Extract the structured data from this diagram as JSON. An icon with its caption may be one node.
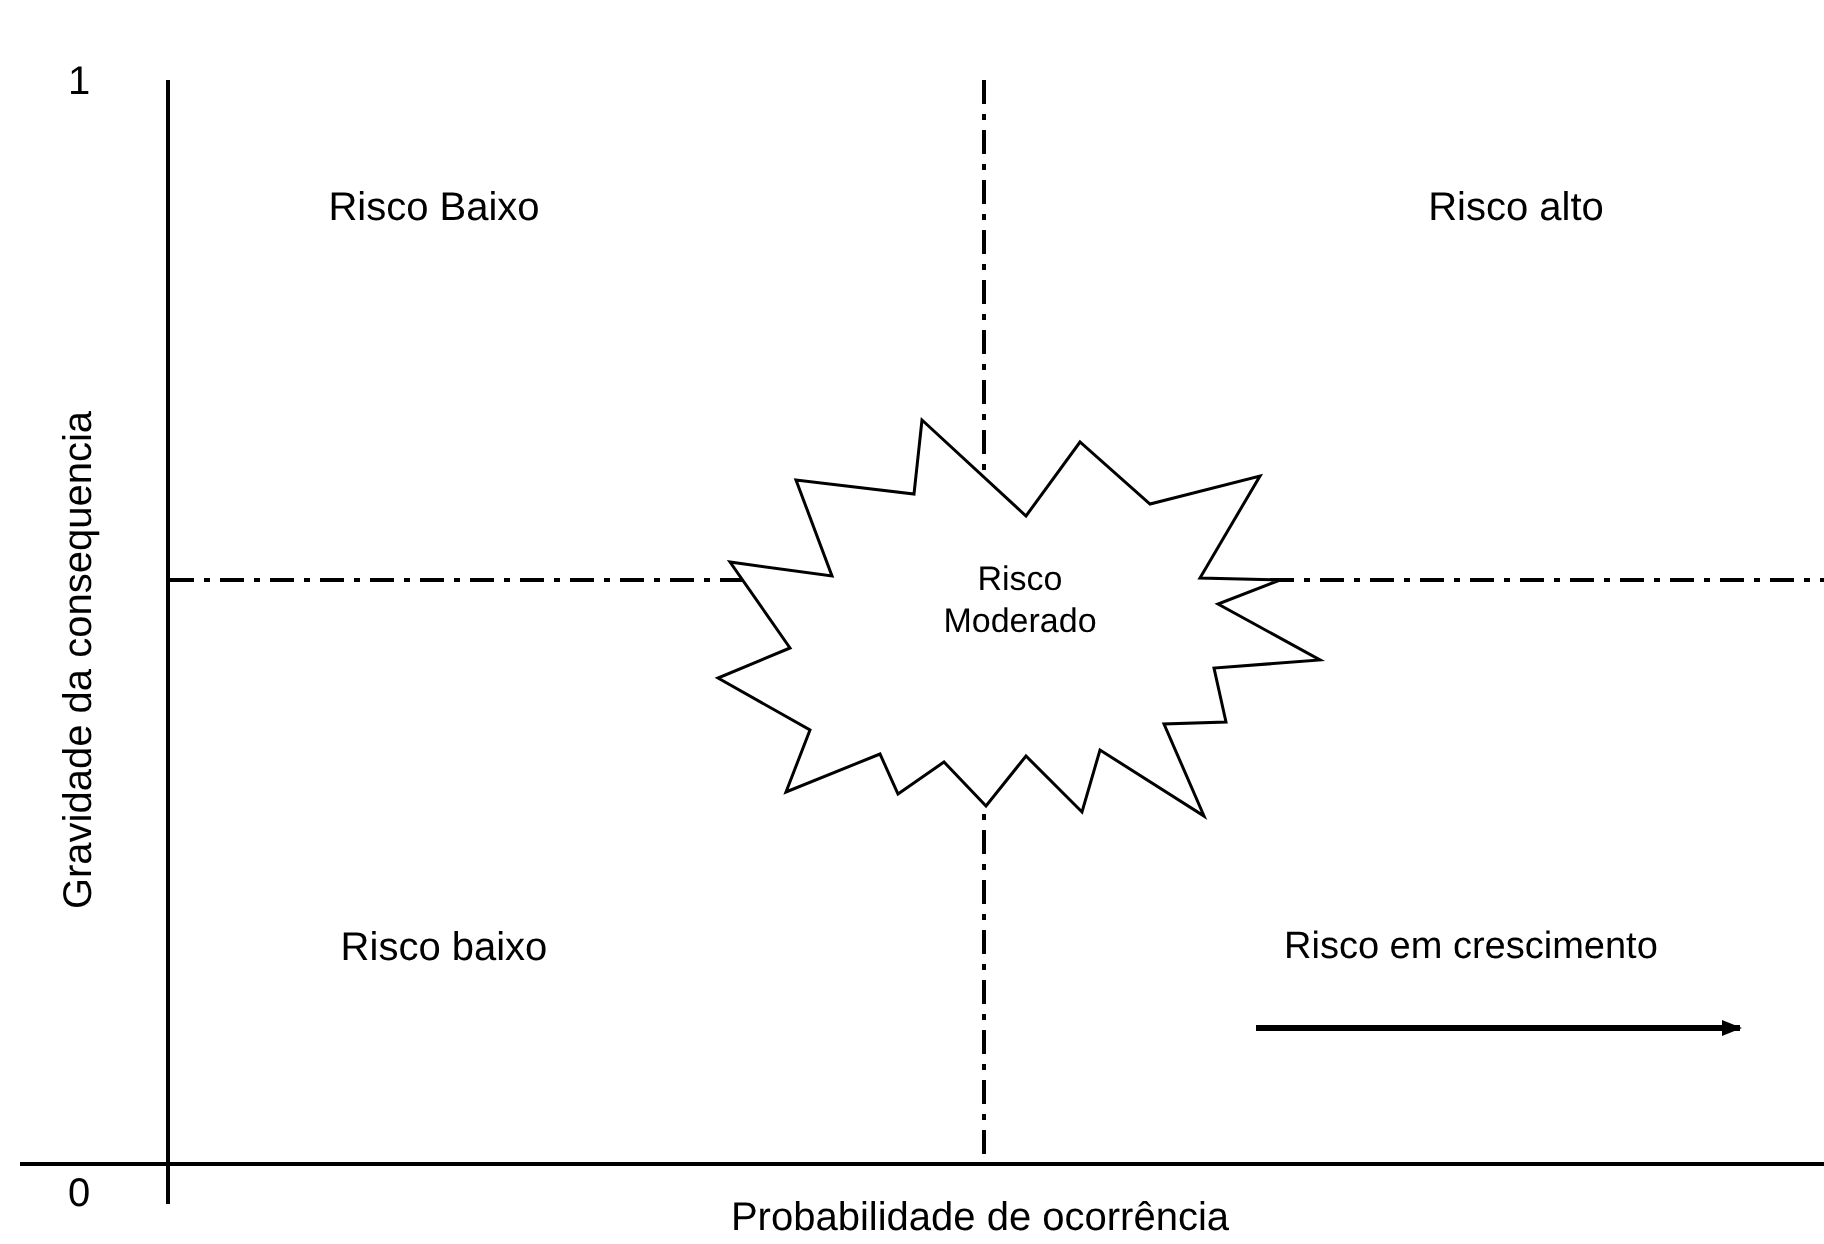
{
  "diagram": {
    "nodes": [
      {
        "text": [
          "Risco Moderado"
        ]
      }
    ],
    "labels": [
      "1",
      "Risco Baixo",
      "Risco alto",
      "Gravidade da consequencia",
      "Risco baixo",
      "Risco em crescimento",
      "0",
      "Probabilidade de ocorrência"
    ]
  }
}
